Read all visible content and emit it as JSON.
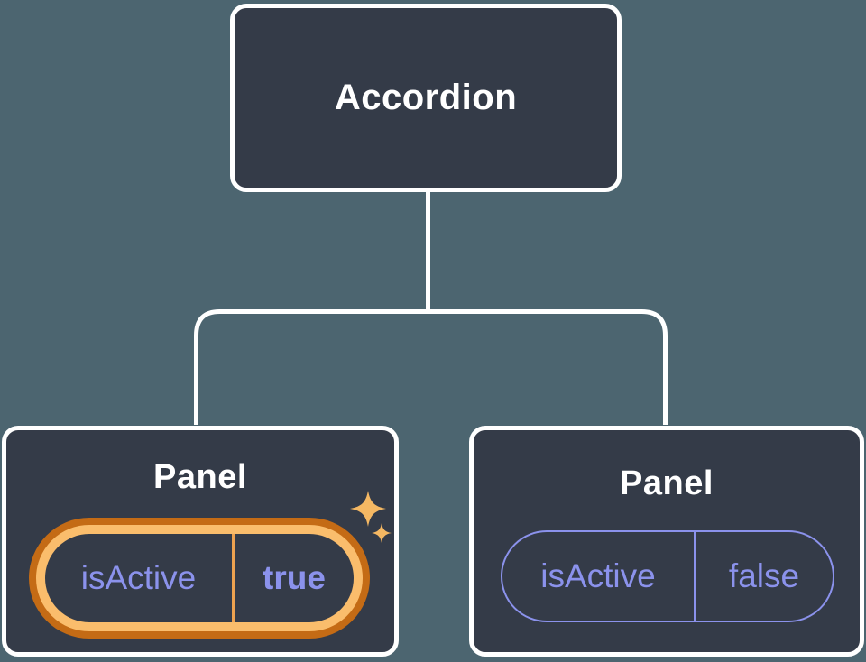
{
  "tree": {
    "root": {
      "label": "Accordion"
    },
    "panels": [
      {
        "title": "Panel",
        "prop": {
          "key": "isActive",
          "value": "true"
        },
        "highlighted": true
      },
      {
        "title": "Panel",
        "prop": {
          "key": "isActive",
          "value": "false"
        },
        "highlighted": false
      }
    ]
  },
  "icons": {
    "sparkle_large": "four-point-sparkle",
    "sparkle_small": "four-point-sparkle"
  },
  "colors": {
    "background": "#4C6570",
    "node_fill": "#343B48",
    "node_border": "#FFFFFF",
    "connector": "#FFFFFF",
    "accent_purple": "#8B92EC",
    "ring_outer": "#C46B15",
    "ring_inner": "#FABD6C",
    "divider_orange": "#EDA250",
    "sparkle": "#F5B863"
  }
}
